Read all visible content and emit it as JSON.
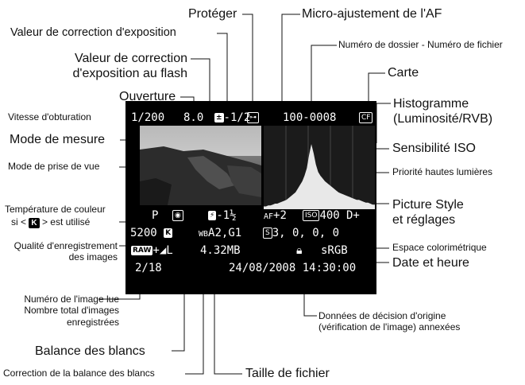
{
  "labels": {
    "proteger": "Protéger",
    "micro_af": "Micro-ajustement de l'AF",
    "valeur_correction_expo": "Valeur de correction d'exposition",
    "numero_dossier_fichier": "Numéro de dossier - Numéro de fichier",
    "valeur_correction_flash": "Valeur de correction\nd'exposition au flash",
    "carte": "Carte",
    "ouverture": "Ouverture",
    "vitesse_obturation": "Vitesse d'obturation",
    "histogramme": "Histogramme\n(Luminosité/RVB)",
    "mode_mesure": "Mode de mesure",
    "sensibilite_iso": "Sensibilité ISO",
    "mode_prise_vue": "Mode de prise de vue",
    "priorite_hautes_lumieres": "Priorité hautes lumières",
    "temperature_couleur_line1": "Température de couleur",
    "temperature_couleur_pre": "si <",
    "temperature_couleur_post": "> est utilisé",
    "picture_style": "Picture Style\net réglages",
    "qualite_enregistrement": "Qualité d'enregistrement\ndes images",
    "espace_colorimetrique": "Espace colorimétrique",
    "date_heure": "Date et heure",
    "numero_image_lue": "Numéro de l'image lue\nNombre total d'images\nenregistrées",
    "donnees_decision": "Données de décision d'origine\n(vérification de l'image) annexées",
    "balance_blancs": "Balance des blancs",
    "correction_balance_blancs": "Correction de la balance des blancs",
    "taille_fichier": "Taille de fichier",
    "k_icon": "K"
  },
  "screen": {
    "shutter": "1/200",
    "aperture": "8.0",
    "exp_comp_value": "-1/2",
    "folder_file": "100-0008",
    "card_icon": "CF",
    "mode": "P",
    "flash_comp": "-1½",
    "micro_af": "+2",
    "iso_badge": "ISO",
    "iso_value": "400",
    "highlight": "D+",
    "color_temp": "5200",
    "k_badge": "K",
    "wb_shift": "A2,G1",
    "ps_badge": "S",
    "ps_values": "3, 0, 0, 0",
    "raw_badge": "RAW",
    "quality_suffix": "+◢L",
    "file_size": "4.32MB",
    "color_space": "sRGB",
    "image_index": "2/18",
    "datetime": "24/08/2008 14:30:00"
  },
  "histogram": [
    3,
    3,
    4,
    4,
    5,
    6,
    6,
    7,
    8,
    9,
    10,
    12,
    14,
    16,
    18,
    22,
    26,
    30,
    36,
    44,
    58,
    70,
    60,
    48,
    40,
    36,
    33,
    30,
    28,
    26,
    24,
    22,
    20,
    18,
    17,
    16,
    15,
    14,
    13,
    12,
    11,
    10,
    10,
    9,
    8,
    7,
    7,
    6,
    5,
    5
  ]
}
